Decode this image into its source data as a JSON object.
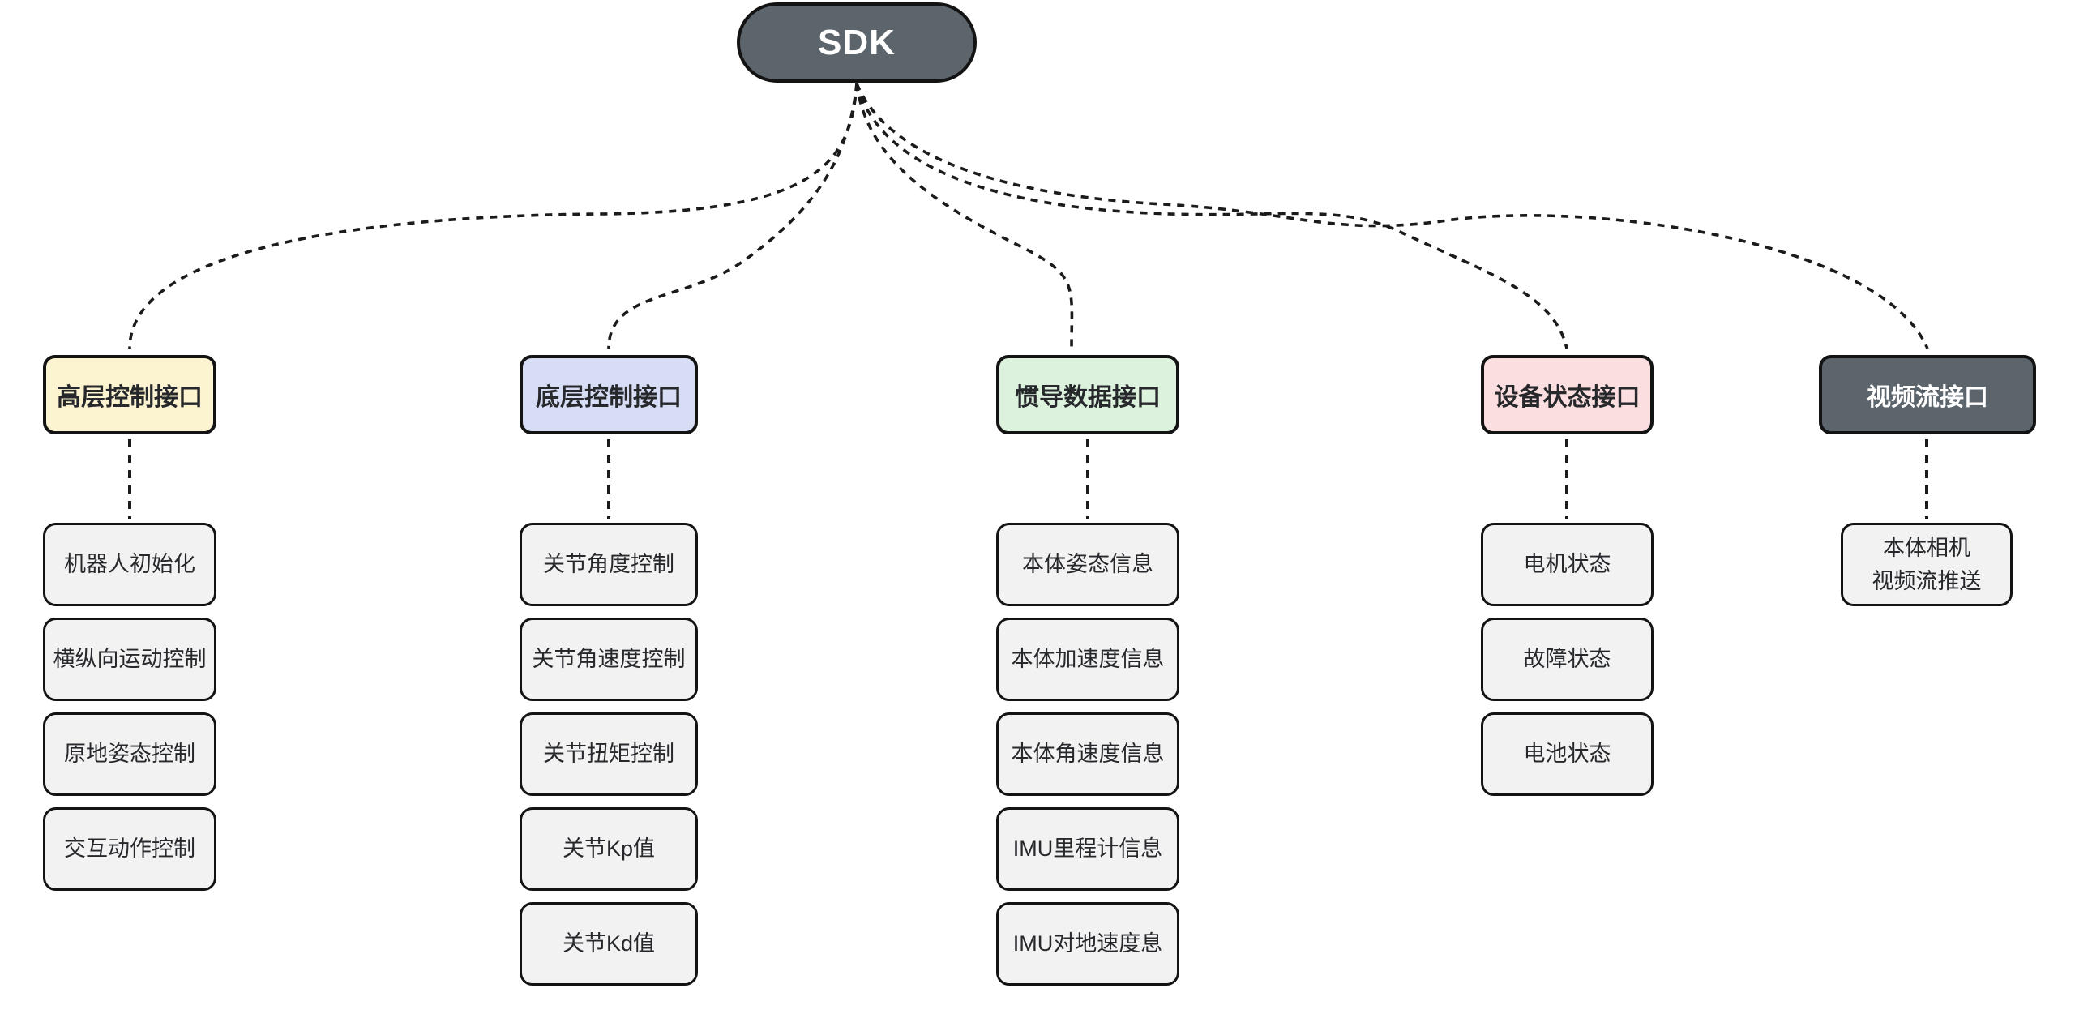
{
  "root": {
    "label": "SDK",
    "fill": "#5c646c",
    "text_color": "#ffffff"
  },
  "branches": [
    {
      "label": "高层控制接口",
      "fill": "#fcf3d0",
      "text_color": "#26282b",
      "children": [
        "机器人初始化",
        "横纵向运动控制",
        "原地姿态控制",
        "交互动作控制"
      ]
    },
    {
      "label": "底层控制接口",
      "fill": "#d8ddf6",
      "text_color": "#26282b",
      "children": [
        "关节角度控制",
        "关节角速度控制",
        "关节扭矩控制",
        "关节Kp值",
        "关节Kd值"
      ]
    },
    {
      "label": "惯导数据接口",
      "fill": "#dcf2dd",
      "text_color": "#26282b",
      "children": [
        "本体姿态信息",
        "本体加速度信息",
        "本体角速度信息",
        "IMU里程计信息",
        "IMU对地速度息"
      ]
    },
    {
      "label": "设备状态接口",
      "fill": "#fbdedf",
      "text_color": "#26282b",
      "children": [
        "电机状态",
        "故障状态",
        "电池状态"
      ]
    },
    {
      "label": "视频流接口",
      "fill": "#5c646c",
      "text_color": "#ffffff",
      "children": [
        "本体相机\n视频流推送"
      ]
    }
  ],
  "colors": {
    "background": "#ffffff",
    "connector": "#1b1b1b",
    "node_border": "#131313",
    "child_fill": "#f2f2f2"
  }
}
